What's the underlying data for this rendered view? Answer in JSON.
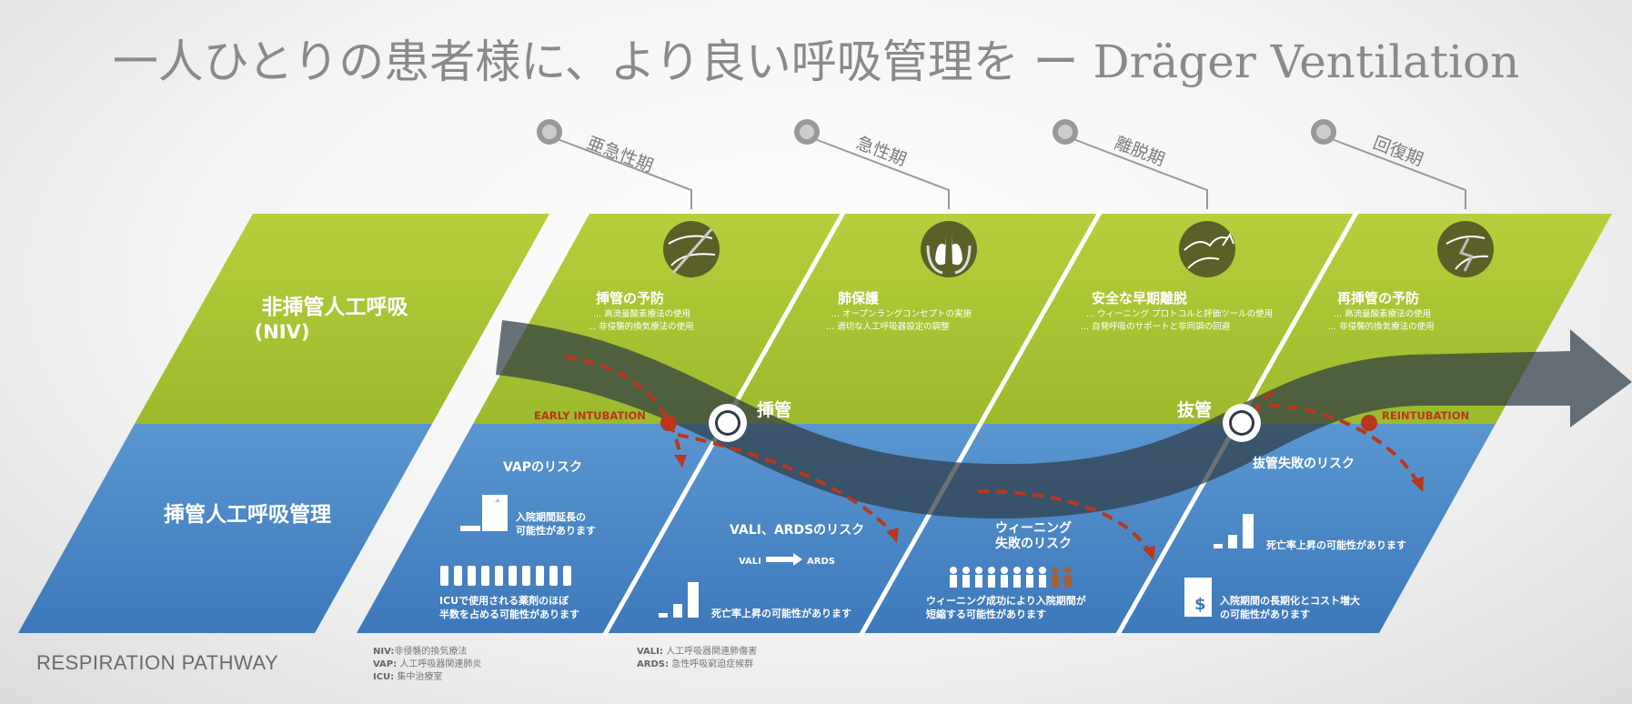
{
  "title": "一人ひとりの患者様に、より良い呼吸管理を ー Dräger Ventilation",
  "colors": {
    "green": "#abc633",
    "blue": "#4a86c4",
    "arrow": "#2f3b44",
    "red": "#b8371d",
    "gray": "#777777"
  },
  "phases": [
    "亜急性期",
    "急性期",
    "離脱期",
    "回復期"
  ],
  "rows": {
    "top": "非挿管人工呼吸",
    "top_sub": "(NIV)",
    "bottom": "挿管人工呼吸管理"
  },
  "green_sections": [
    {
      "icon": "airway-blocked-icon",
      "title": "挿管の予防",
      "lines": [
        "... 高流量酸素療法の使用",
        "... 非侵襲的換気療法の使用"
      ]
    },
    {
      "icon": "lungs-icon",
      "title": "肺保護",
      "lines": [
        "... オープンラングコンセプトの実施",
        "... 適切な人工呼吸器設定の調整"
      ]
    },
    {
      "icon": "airway-exit-icon",
      "title": "安全な早期離脱",
      "lines": [
        "... ウィーニング プロトコルと評価ツールの使用",
        "... 自発呼吸のサポートと非同調の回避"
      ]
    },
    {
      "icon": "airway-reintubation-icon",
      "title": "再挿管の予防",
      "lines": [
        "... 高流量酸素療法の使用",
        "... 非侵襲的換気療法の使用"
      ]
    }
  ],
  "events": {
    "intubation": "挿管",
    "extubation": "抜管",
    "early_intubation": "EARLY INTUBATION",
    "reintubation": "REINTUBATION"
  },
  "blue_sections": {
    "vap": {
      "title": "VAPのリスク",
      "stay": [
        "入院期間延長の",
        "可能性があります"
      ],
      "drugs": [
        "ICUで使用される薬剤のほぼ",
        "半数を占める可能性があります"
      ]
    },
    "vali": {
      "title": "VALI、ARDSのリスク",
      "from": "VALI",
      "to": "ARDS",
      "mortality": "死亡率上昇の可能性があります"
    },
    "weaning": {
      "title": [
        "ウィーニング",
        "失敗のリスク"
      ],
      "note": [
        "ウィーニング成功により入院期間が",
        "短縮する可能性があります"
      ]
    },
    "extubation_fail": {
      "title": "抜管失敗のリスク",
      "mortality": "死亡率上昇の可能性があります",
      "cost": [
        "入院期間の長期化とコスト増大",
        "の可能性があります"
      ]
    }
  },
  "pathway_label": "RESPIRATION PATHWAY",
  "footnotes": {
    "left": [
      {
        "abbr": "NIV:",
        "text": "非侵襲的換気療法"
      },
      {
        "abbr": "VAP:",
        "text": "人工呼吸器関連肺炎"
      },
      {
        "abbr": "ICU:",
        "text": "集中治療室"
      }
    ],
    "right": [
      {
        "abbr": "VALI:",
        "text": "人工呼吸器関連肺傷害"
      },
      {
        "abbr": "ARDS:",
        "text": "急性呼吸窮迫症候群"
      }
    ]
  }
}
